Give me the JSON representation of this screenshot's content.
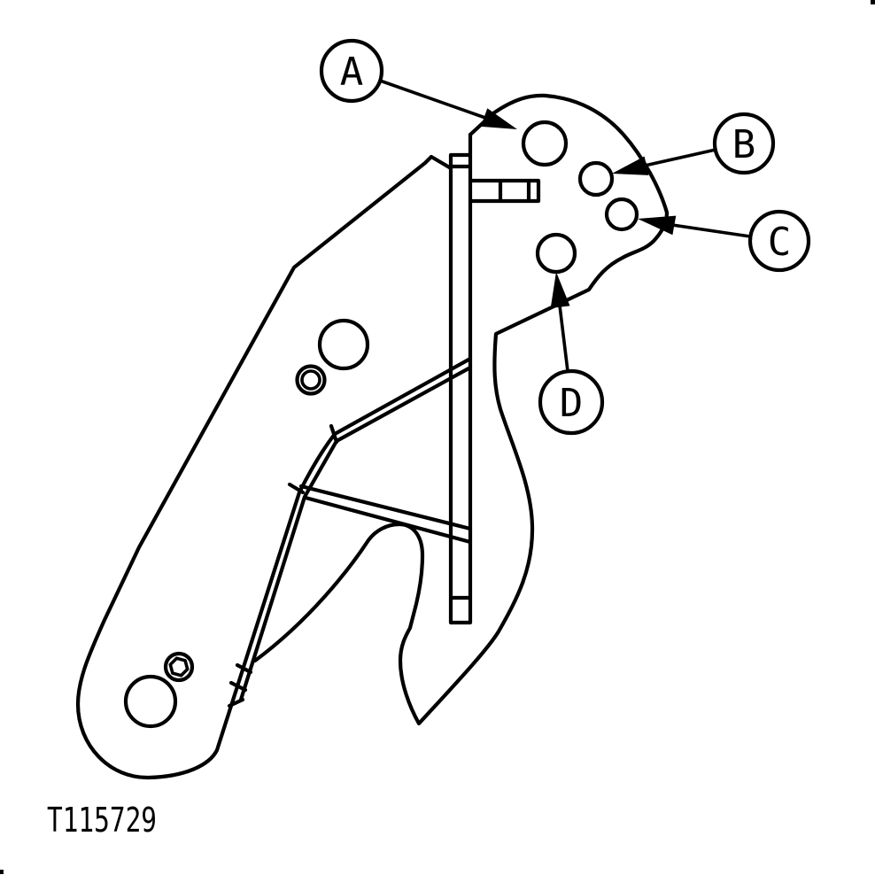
{
  "drawing": {
    "part_number": "T115729",
    "callouts": [
      {
        "label": "A"
      },
      {
        "label": "B"
      },
      {
        "label": "C"
      },
      {
        "label": "D"
      }
    ],
    "colors": {
      "line": "#000000",
      "background": "#ffffff"
    }
  }
}
